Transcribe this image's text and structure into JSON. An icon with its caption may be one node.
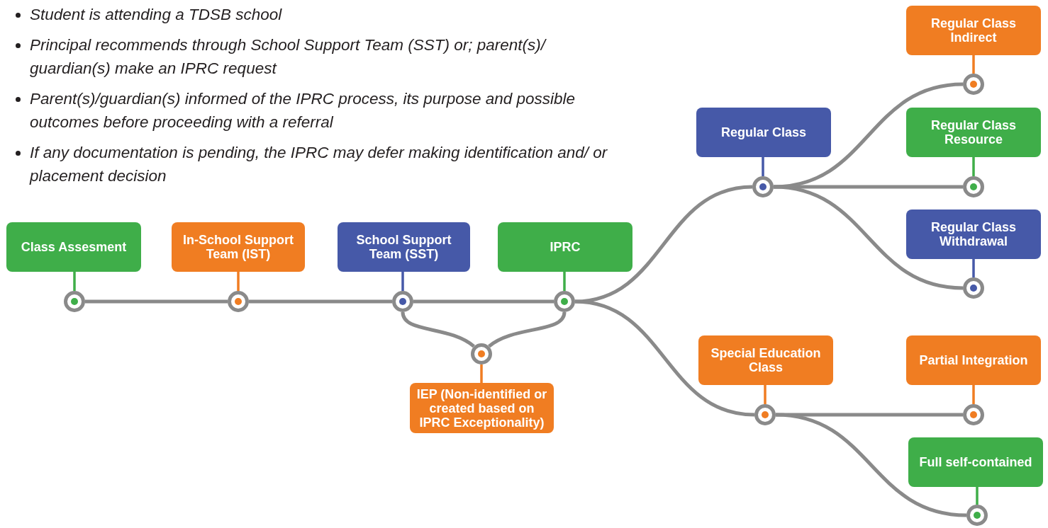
{
  "diagram": {
    "nodes": [
      {
        "text": [
          "Class Assesment"
        ]
      },
      {
        "text": [
          "In-School Support Team (IST)"
        ]
      },
      {
        "text": [
          "School Support Team (SST)"
        ]
      },
      {
        "text": [
          "IPRC"
        ]
      },
      {
        "text": [
          "Regular Class"
        ]
      },
      {
        "text": [
          "Regular Class Indirect"
        ]
      },
      {
        "text": [
          "Regular Class Resource"
        ]
      },
      {
        "text": [
          "Regular Class Withdrawal"
        ]
      },
      {
        "text": [
          "Special Education Class"
        ]
      },
      {
        "text": [
          "Partial Integration"
        ]
      },
      {
        "text": [
          "Full self-contained"
        ]
      },
      {
        "text": [
          "IEP (Non-identified or created based on IPRC Exceptionality)"
        ]
      },
      {
        "text": [],
        "shape": "circle"
      },
      {
        "text": [],
        "shape": "circle"
      },
      {
        "text": [],
        "shape": "circle"
      },
      {
        "text": [],
        "shape": "circle"
      },
      {
        "text": [],
        "shape": "circle"
      },
      {
        "text": [],
        "shape": "circle"
      },
      {
        "text": [],
        "shape": "circle"
      },
      {
        "text": [],
        "shape": "circle"
      },
      {
        "text": [],
        "shape": "circle"
      },
      {
        "text": [],
        "shape": "circle"
      },
      {
        "text": [],
        "shape": "circle"
      },
      {
        "text": [],
        "shape": "circle"
      }
    ],
    "edges": [
      {
        "from": 0,
        "to": 12,
        "arrow": "none",
        "color": "#3fae49"
      },
      {
        "from": 1,
        "to": 13,
        "arrow": "none",
        "color": "#f07d22"
      },
      {
        "from": 2,
        "to": 14,
        "arrow": "none",
        "color": "#4659a8"
      },
      {
        "from": 3,
        "to": 15,
        "arrow": "none",
        "color": "#3fae49"
      },
      {
        "from": 11,
        "to": 16,
        "arrow": "none",
        "color": "#f07d22"
      },
      {
        "from": 4,
        "to": 17,
        "arrow": "none",
        "color": "#4659a8"
      },
      {
        "from": 5,
        "to": 18,
        "arrow": "none",
        "color": "#f07d22"
      },
      {
        "from": 6,
        "to": 19,
        "arrow": "none",
        "color": "#3fae49"
      },
      {
        "from": 7,
        "to": 20,
        "arrow": "none",
        "color": "#4659a8"
      },
      {
        "from": 8,
        "to": 21,
        "arrow": "none",
        "color": "#f07d22"
      },
      {
        "from": 9,
        "to": 22,
        "arrow": "none",
        "color": "#f07d22"
      },
      {
        "from": 10,
        "to": 23,
        "arrow": "none",
        "color": "#3fae49"
      },
      {
        "from": 12,
        "to": 13,
        "arrow": "none"
      },
      {
        "from": 13,
        "to": 14,
        "arrow": "none"
      },
      {
        "from": 14,
        "to": 15,
        "arrow": "none"
      },
      {
        "from": 14,
        "to": 16,
        "arrow": "none"
      },
      {
        "from": 15,
        "to": 16,
        "arrow": "none"
      },
      {
        "from": 15,
        "to": 17,
        "arrow": "none"
      },
      {
        "from": 15,
        "to": 21,
        "arrow": "none"
      },
      {
        "from": 17,
        "to": 18,
        "arrow": "none"
      },
      {
        "from": 17,
        "to": 19,
        "arrow": "none"
      },
      {
        "from": 17,
        "to": 20,
        "arrow": "none"
      },
      {
        "from": 21,
        "to": 22,
        "arrow": "none"
      },
      {
        "from": 21,
        "to": 23,
        "arrow": "none"
      }
    ],
    "labels": [
      "Student is attending a TDSB school",
      "Principal recommends through School Support Team (SST) or; parent(s)/ guardian(s) make an IPRC request",
      "Parent(s)/guardian(s) informed of the IPRC process, its purpose and possible outcomes before proceeding with a referral",
      "If any documentation is pending, the IPRC may defer making identification and/ or placement decision"
    ]
  }
}
